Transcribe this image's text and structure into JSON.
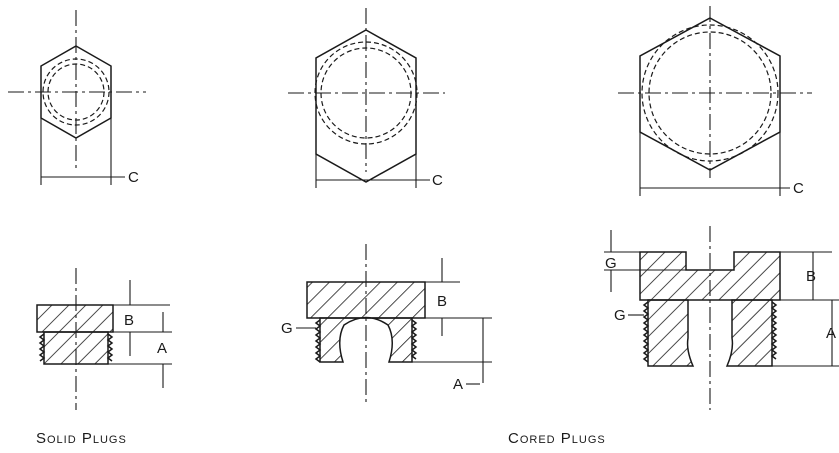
{
  "labels": {
    "dim_c": "C",
    "dim_a": "A",
    "dim_b": "B",
    "dim_g": "G"
  },
  "captions": {
    "solid": "Solid Plugs",
    "cored": "Cored Plugs"
  }
}
